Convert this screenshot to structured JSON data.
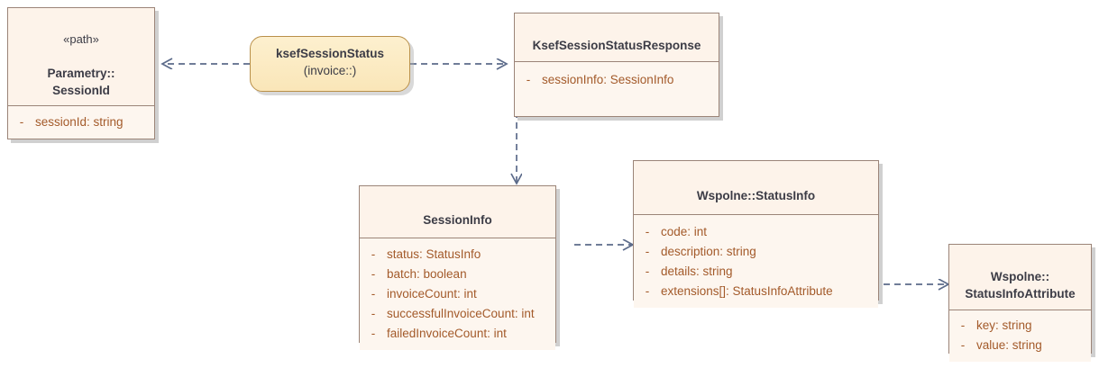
{
  "diagram": {
    "title": "KSeF session status UML class diagram",
    "background": "#ffffff",
    "palette": {
      "node_border": "#9b8478",
      "node_header_fill": "#fdf3ea",
      "node_body_fill": "#fdf6ef",
      "attribute_text": "#a35a2a",
      "title_text": "#3c3c46",
      "connector": "#5c6b8a",
      "round_node_fill": "#fae6b8",
      "round_node_border": "#b9904a",
      "shadow": "#aaaaaa"
    }
  },
  "nodes": {
    "session_id": {
      "stereotype": "«path»",
      "title": "Parametry::\nSessionId",
      "attributes": [
        {
          "visibility": "-",
          "text": "sessionId: string"
        }
      ]
    },
    "ksef_session_status": {
      "title": "ksefSessionStatus",
      "subtitle": "(invoice::)"
    },
    "ksef_session_status_response": {
      "title": "KsefSessionStatusResponse",
      "attributes": [
        {
          "visibility": "-",
          "text": "sessionInfo: SessionInfo"
        }
      ]
    },
    "session_info": {
      "title": "SessionInfo",
      "attributes": [
        {
          "visibility": "-",
          "text": "status: StatusInfo"
        },
        {
          "visibility": "-",
          "text": "batch: boolean"
        },
        {
          "visibility": "-",
          "text": "invoiceCount: int"
        },
        {
          "visibility": "-",
          "text": "successfulInvoiceCount: int"
        },
        {
          "visibility": "-",
          "text": "failedInvoiceCount: int"
        }
      ]
    },
    "status_info": {
      "title": "Wspolne::StatusInfo",
      "attributes": [
        {
          "visibility": "-",
          "text": "code: int"
        },
        {
          "visibility": "-",
          "text": "description: string"
        },
        {
          "visibility": "-",
          "text": "details: string"
        },
        {
          "visibility": "-",
          "text": "extensions[]: StatusInfoAttribute"
        }
      ]
    },
    "status_info_attribute": {
      "title": "Wspolne::\nStatusInfoAttribute",
      "attributes": [
        {
          "visibility": "-",
          "text": "key: string"
        },
        {
          "visibility": "-",
          "text": "value: string"
        }
      ]
    }
  },
  "connectors": [
    {
      "name": "ksefSessionStatus-to-SessionId",
      "from": "ksef_session_status",
      "to": "session_id",
      "style": "dashed",
      "arrow": "open"
    },
    {
      "name": "ksefSessionStatus-to-Response",
      "from": "ksef_session_status",
      "to": "ksef_session_status_response",
      "style": "dashed",
      "arrow": "open"
    },
    {
      "name": "Response-to-SessionInfo",
      "from": "ksef_session_status_response",
      "to": "session_info",
      "style": "dashed",
      "arrow": "open"
    },
    {
      "name": "SessionInfo-to-StatusInfo",
      "from": "session_info",
      "to": "status_info",
      "style": "dashed",
      "arrow": "open"
    },
    {
      "name": "StatusInfo-to-StatusInfoAttribute",
      "from": "status_info",
      "to": "status_info_attribute",
      "style": "dashed",
      "arrow": "open"
    }
  ]
}
